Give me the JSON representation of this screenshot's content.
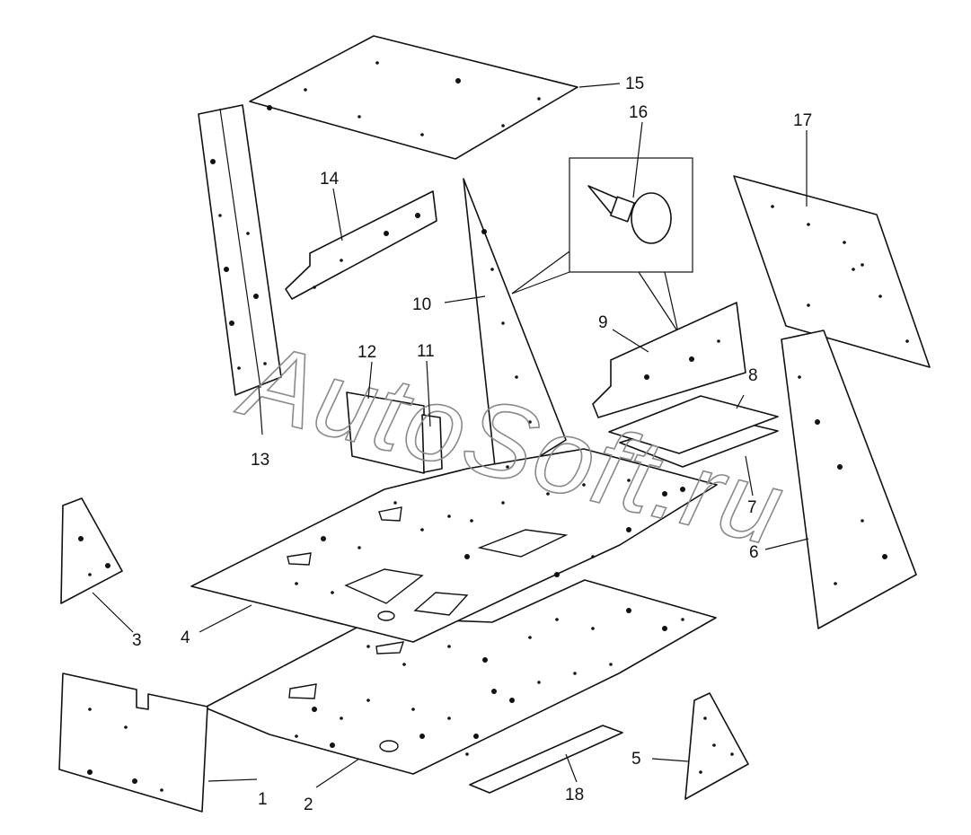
{
  "diagram": {
    "watermark": "AutoSoft.ru",
    "callouts": [
      {
        "id": "1",
        "label": "1"
      },
      {
        "id": "2",
        "label": "2"
      },
      {
        "id": "3",
        "label": "3"
      },
      {
        "id": "4",
        "label": "4"
      },
      {
        "id": "5",
        "label": "5"
      },
      {
        "id": "6",
        "label": "6"
      },
      {
        "id": "7",
        "label": "7"
      },
      {
        "id": "8",
        "label": "8"
      },
      {
        "id": "9",
        "label": "9"
      },
      {
        "id": "10",
        "label": "10"
      },
      {
        "id": "11",
        "label": "11"
      },
      {
        "id": "12",
        "label": "12"
      },
      {
        "id": "13",
        "label": "13"
      },
      {
        "id": "14",
        "label": "14"
      },
      {
        "id": "15",
        "label": "15"
      },
      {
        "id": "16",
        "label": "16"
      },
      {
        "id": "17",
        "label": "17"
      },
      {
        "id": "18",
        "label": "18"
      }
    ],
    "colors": {
      "line": "#111111",
      "background": "#ffffff",
      "watermark": "#8a8a8a"
    }
  }
}
